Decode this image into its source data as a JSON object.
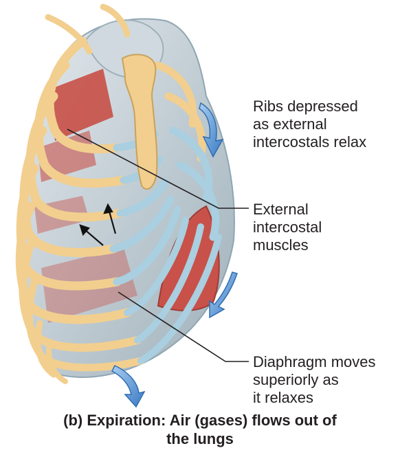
{
  "labels": {
    "ribs": [
      "Ribs depressed",
      "as external",
      "intercostals relax"
    ],
    "intercostal": [
      "External",
      "intercostal",
      "muscles"
    ],
    "diaphragm": [
      "Diaphragm moves",
      "superiorly as",
      "it relaxes"
    ]
  },
  "caption": [
    "(b) Expiration: Air (gases) flows out of",
    "the lungs"
  ],
  "colors": {
    "bone": "#f2cf8f",
    "bone_edge": "#c9a25c",
    "cartilage": "#a9cfe0",
    "cavity": "#b7c3ca",
    "muscle": "#c8524a",
    "arrow": "#4f8fce",
    "text": "#231f20"
  },
  "icons": [
    "down-arrow-icon",
    "down-arrow-icon",
    "curved-arrow-icon",
    "small-arrow-icon"
  ]
}
